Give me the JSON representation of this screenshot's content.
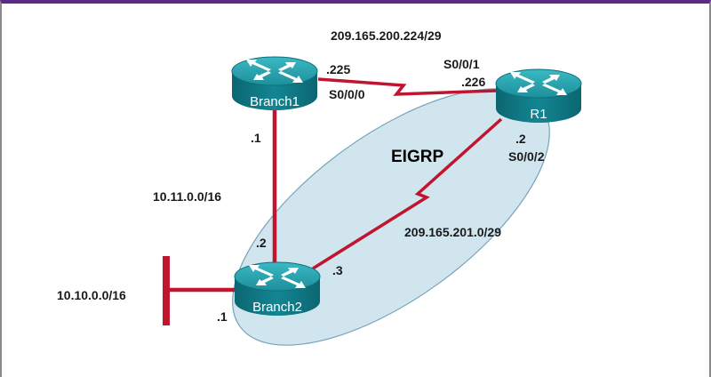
{
  "protocol": "EIGRP",
  "routers": {
    "branch1": {
      "name": "Branch1"
    },
    "r1": {
      "name": "R1"
    },
    "branch2": {
      "name": "Branch2"
    }
  },
  "networks": {
    "link_b1_r1": "209.165.200.224/29",
    "link_r1_b2": "209.165.201.0/29",
    "link_b1_b2": "10.11.0.0/16",
    "lan_b2": "10.10.0.0/16"
  },
  "labels": {
    "b1_serial_addr": ".225",
    "b1_serial_if": "S0/0/0",
    "r1_s001_if": "S0/0/1",
    "r1_s001_addr": ".226",
    "r1_s002_addr": ".2",
    "r1_s002_if": "S0/0/2",
    "b1_eth_addr": ".1",
    "b2_eth_addr": ".2",
    "b2_serial_addr": ".3",
    "b2_lan_addr": ".1"
  },
  "colors": {
    "link": "#c0152f",
    "router_top": "#2aa3b0",
    "router_body": "#0f7c88",
    "eigrp_area": "#cfe4ef",
    "frame_top": "#5b2a86"
  }
}
